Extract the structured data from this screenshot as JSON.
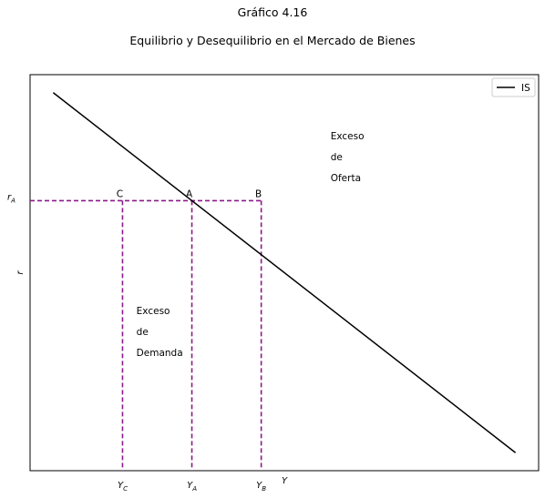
{
  "figure": {
    "number_title": "Gráfico 4.16",
    "title": "Equilibrio y Desequilibrio en el Mercado de Bienes"
  },
  "chart_data": {
    "type": "line",
    "xlabel": "Y",
    "ylabel": "r",
    "xlim": [
      0,
      11
    ],
    "ylim": [
      0,
      11
    ],
    "grid": false,
    "legend_position": "top-right",
    "series": [
      {
        "name": "IS",
        "color": "#000000",
        "x": [
          0.5,
          10.5
        ],
        "y": [
          10.5,
          0.5
        ]
      }
    ],
    "guides": {
      "color": "#8b1a8b",
      "r_level": 7.5,
      "r_tick": {
        "base": "r",
        "sub": "A"
      },
      "points": [
        {
          "label": "C",
          "x": 2.0,
          "tick": {
            "base": "Y",
            "sub": "C"
          }
        },
        {
          "label": "A",
          "x": 3.5,
          "tick": {
            "base": "Y",
            "sub": "A"
          }
        },
        {
          "label": "B",
          "x": 5.0,
          "tick": {
            "base": "Y",
            "sub": "B"
          }
        }
      ]
    },
    "annotations": [
      {
        "id": "supply",
        "lines": [
          "Exceso",
          "de",
          "Oferta"
        ],
        "x": 6.5,
        "y": 9.2
      },
      {
        "id": "demand",
        "lines": [
          "Exceso",
          "de",
          "Demanda"
        ],
        "x": 2.3,
        "y": 4.35
      }
    ]
  }
}
